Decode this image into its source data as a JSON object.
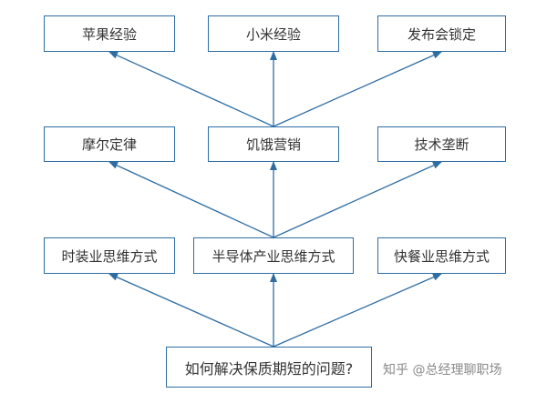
{
  "nodes": {
    "apple": "苹果经验",
    "xiaomi": "小米经验",
    "launch_lock": "发布会锁定",
    "moore": "摩尔定律",
    "hunger": "饥饿营销",
    "tech_monopoly": "技术垄断",
    "fashion": "时装业思维方式",
    "semiconductor": "半导体产业思维方式",
    "fast_food": "快餐业思维方式",
    "question": "如何解决保质期短的问题?"
  },
  "watermark": "知乎 @总经理聊职场",
  "colors": {
    "border": "#2e6da4",
    "arrow": "#2e6da4",
    "text": "#333333"
  }
}
